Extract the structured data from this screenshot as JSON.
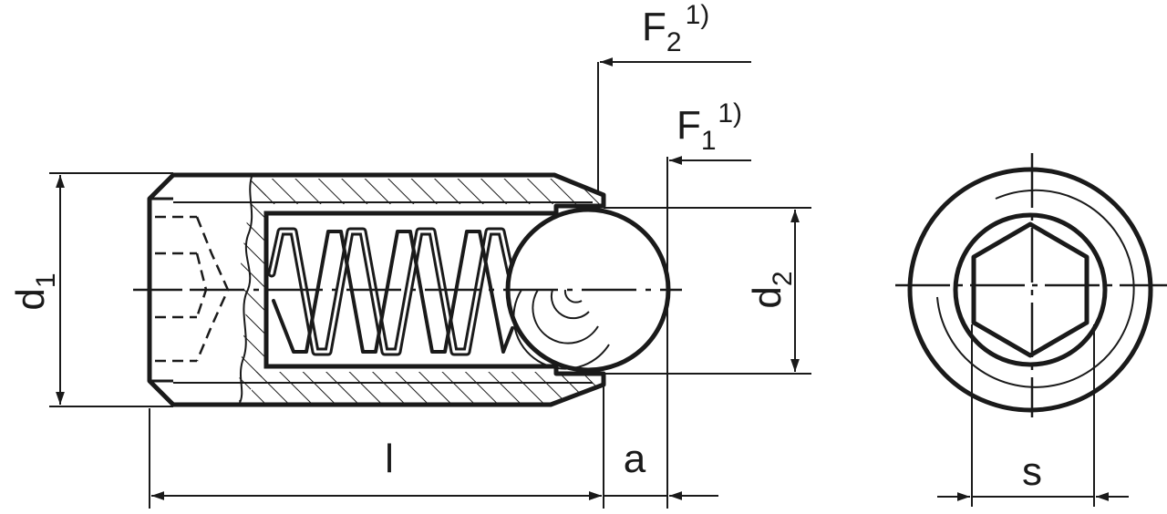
{
  "labels": {
    "d1": {
      "main": "d",
      "sub": "1"
    },
    "d2": {
      "main": "d",
      "sub": "2"
    },
    "l": "l",
    "a": "a",
    "s": "s",
    "F1": {
      "main": "F",
      "sub": "1",
      "sup": "1)"
    },
    "F2": {
      "main": "F",
      "sub": "2",
      "sup": "1)"
    }
  },
  "colors": {
    "ink": "#1a1a1a",
    "paper": "#ffffff"
  }
}
